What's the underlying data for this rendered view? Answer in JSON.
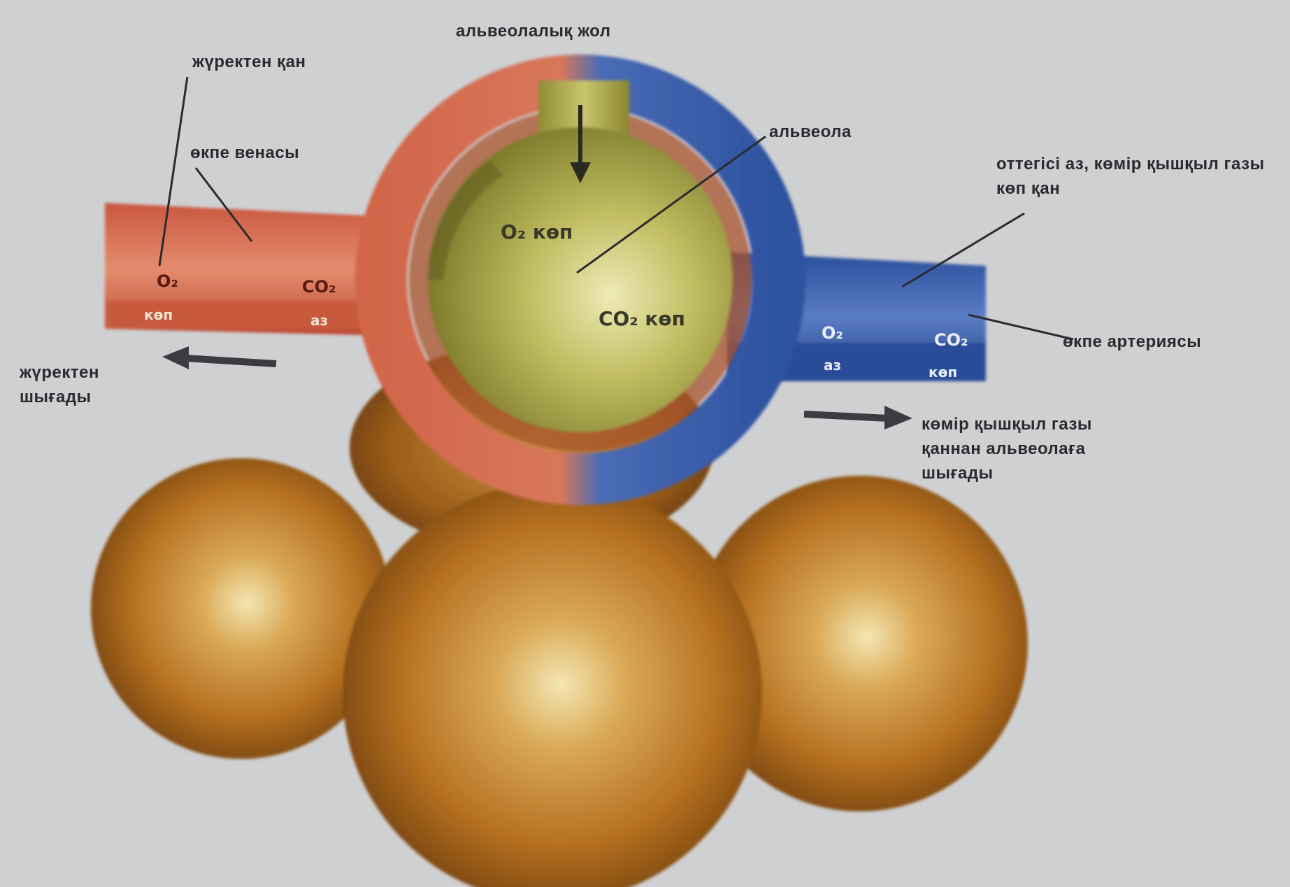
{
  "labels": {
    "alveolar_duct": "альвеолалық жол",
    "from_heart": "жүректен қан",
    "small_capillary": "өкпе венасы",
    "alveola": "альвеола",
    "oxygen_poor_blood": "оттегісі аз, көмір қышқыл газы көп қан",
    "capillary_artery": "өкпе артериясы",
    "pure_blood_line1": "жүректен",
    "pure_blood_line2": "шығады",
    "co2_line1": "көмір қышқыл газы",
    "co2_line2": "қаннан альвеолаға",
    "co2_line3": "шығады"
  },
  "gas_labels": {
    "o2_into_alveolus": "O₂ көп",
    "co2_in_alveolus": "CO₂ көп",
    "left_o2": "O₂",
    "left_o2_amount": "көп",
    "left_co2": "CO₂",
    "left_co2_amount": "аз",
    "right_o2": "O₂",
    "right_o2_amount": "аз",
    "right_co2": "CO₂",
    "right_co2_amount": "көп"
  },
  "colors": {
    "background": "#cfd0d2",
    "artery_red": "#d4684e",
    "vein_blue": "#2f56a6",
    "alveolus_yellow": "#b8b25a",
    "alveoli_brown": "#b86e22",
    "text": "#2a2b2e"
  }
}
